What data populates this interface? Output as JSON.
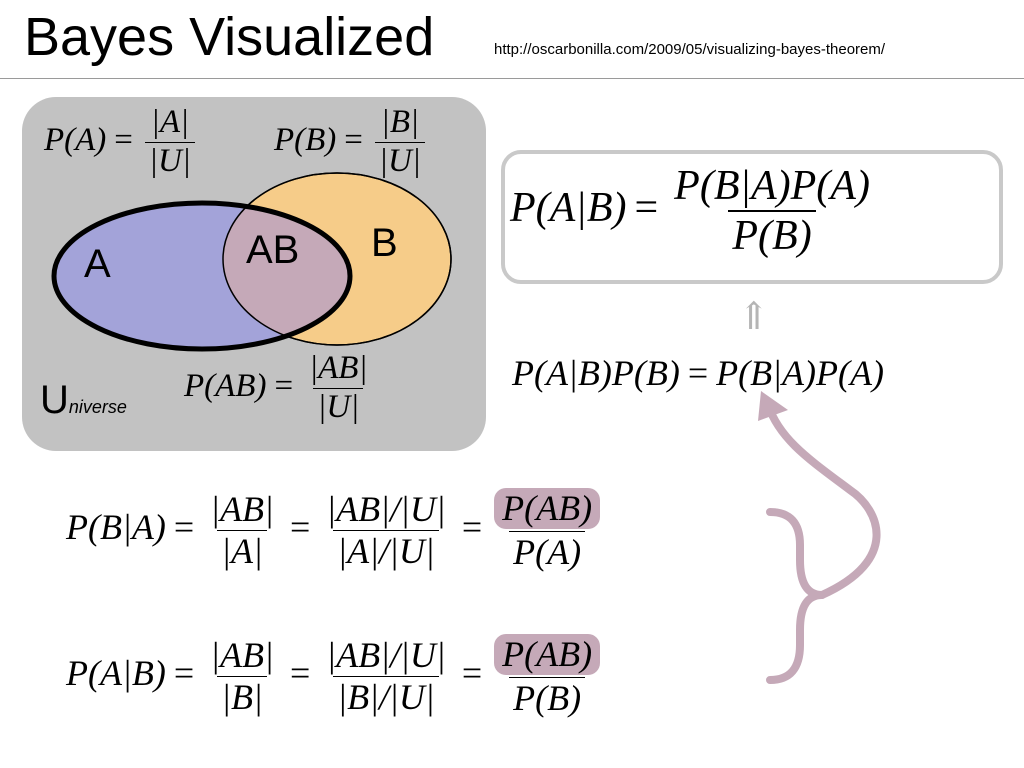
{
  "header": {
    "title": "Bayes Visualized",
    "source_url": "http://oscarbonilla.com/2009/05/visualizing-bayes-theorem/"
  },
  "venn": {
    "label_a": "A",
    "label_b": "B",
    "label_ab": "AB",
    "universe_initial": "U",
    "universe_rest": "niverse",
    "colors": {
      "panel": "#c2c2c2",
      "set_a": "#a3a3d9",
      "set_b": "#f6cc89",
      "intersection": "#c5a9b8",
      "outline_a": "#000000",
      "outline_b": "#000000"
    }
  },
  "formulas": {
    "pa": {
      "lhs": "P(A)",
      "num": "|A|",
      "den": "|U|"
    },
    "pb": {
      "lhs": "P(B)",
      "num": "|B|",
      "den": "|U|"
    },
    "pab": {
      "lhs": "P(AB)",
      "num": "|AB|",
      "den": "|U|"
    },
    "bayes": {
      "lhs": "P(A|B)",
      "num": "P(B|A)P(A)",
      "den": "P(B)"
    },
    "implies_symbol": "⇑",
    "product": {
      "lhs": "P(A|B)P(B)",
      "rhs": "P(B|A)P(A)"
    },
    "cond_ba": {
      "lhs": "P(B|A)",
      "f1_num": "|AB|",
      "f1_den": "|A|",
      "f2_num": "|AB|/|U|",
      "f2_den": "|A|/|U|",
      "f3_num": "P(AB)",
      "f3_den": "P(A)"
    },
    "cond_ab": {
      "lhs": "P(A|B)",
      "f1_num": "|AB|",
      "f1_den": "|B|",
      "f2_num": "|AB|/|U|",
      "f2_den": "|B|/|U|",
      "f3_num": "P(AB)",
      "f3_den": "P(B)"
    },
    "equals": "=",
    "highlight_color": "#c5a9b8",
    "arrow_color": "#c5a9b8"
  }
}
